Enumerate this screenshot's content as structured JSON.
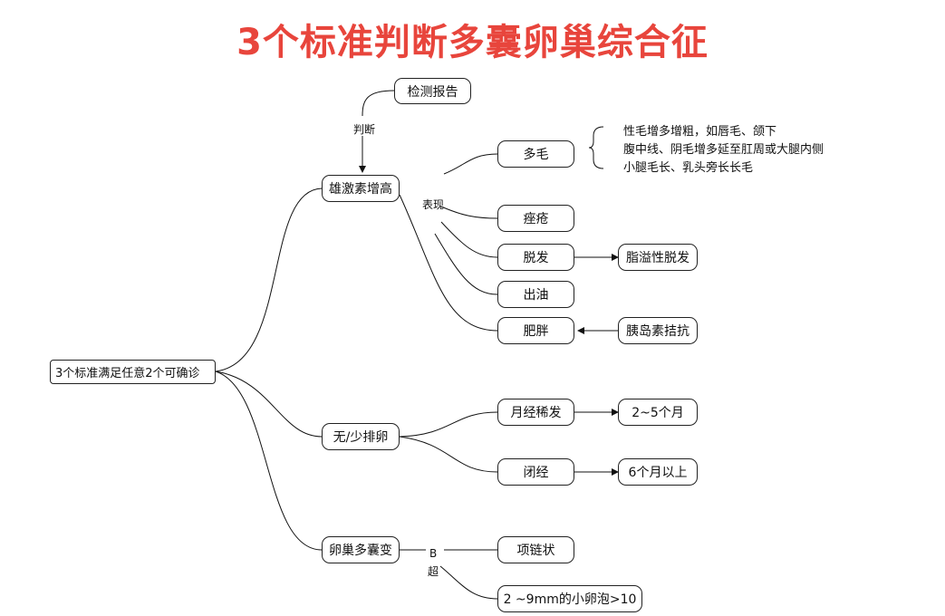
{
  "title": "3个标准判断多囊卵巢综合征",
  "root": "3个标准满足任意2个可确诊",
  "branches": {
    "androgen": {
      "label": "雄激素增高",
      "source": "检测报告",
      "source_edge": "判断",
      "symptom_edge": "表现",
      "symptoms": [
        "多毛",
        "痤疮",
        "脱发",
        "出油",
        "肥胖"
      ],
      "hair_notes": [
        "性毛增多增粗，如唇毛、颌下",
        "腹中线、阴毛增多延至肛周或大腿内侧",
        "小腿毛长、乳头旁长长毛"
      ],
      "hair_loss_type": "脂溢性脱发",
      "obesity_link": "胰岛素拮抗"
    },
    "ovulation": {
      "label": "无/少排卵",
      "items": [
        {
          "label": "月经稀发",
          "detail": "2~5个月"
        },
        {
          "label": "闭经",
          "detail": "6个月以上"
        }
      ]
    },
    "ovary": {
      "label": "卵巢多囊变",
      "edge_top": "B",
      "edge_bottom": "超",
      "items": [
        "项链状",
        "2 ~9mm的小卵泡>10"
      ]
    }
  }
}
